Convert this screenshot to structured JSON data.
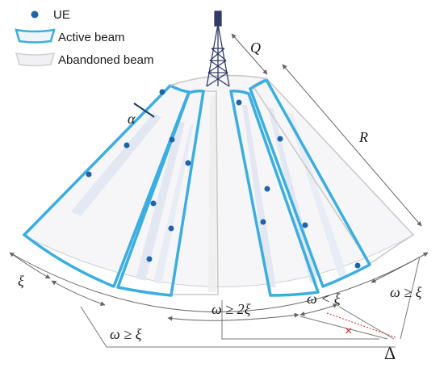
{
  "legend": {
    "ue": "UE",
    "active": "Active beam",
    "abandoned": "Abandoned beam"
  },
  "labels": {
    "Q": "Q",
    "R": "R",
    "alpha": "α",
    "xi": "ξ",
    "omega_ge_xi_left": "ω ≥ ξ",
    "omega_ge_2xi": "ω ≥ 2ξ",
    "omega_lt_xi": "ω < ξ",
    "omega_ge_xi_right": "ω ≥ ξ",
    "delta": "Δ",
    "cross": "×"
  },
  "colors": {
    "active_beam": "#3aaee0",
    "ue_dot": "#1f63a8",
    "abandoned": "#c9c9c9",
    "arrow": "#666666",
    "cross": "#e02020"
  }
}
